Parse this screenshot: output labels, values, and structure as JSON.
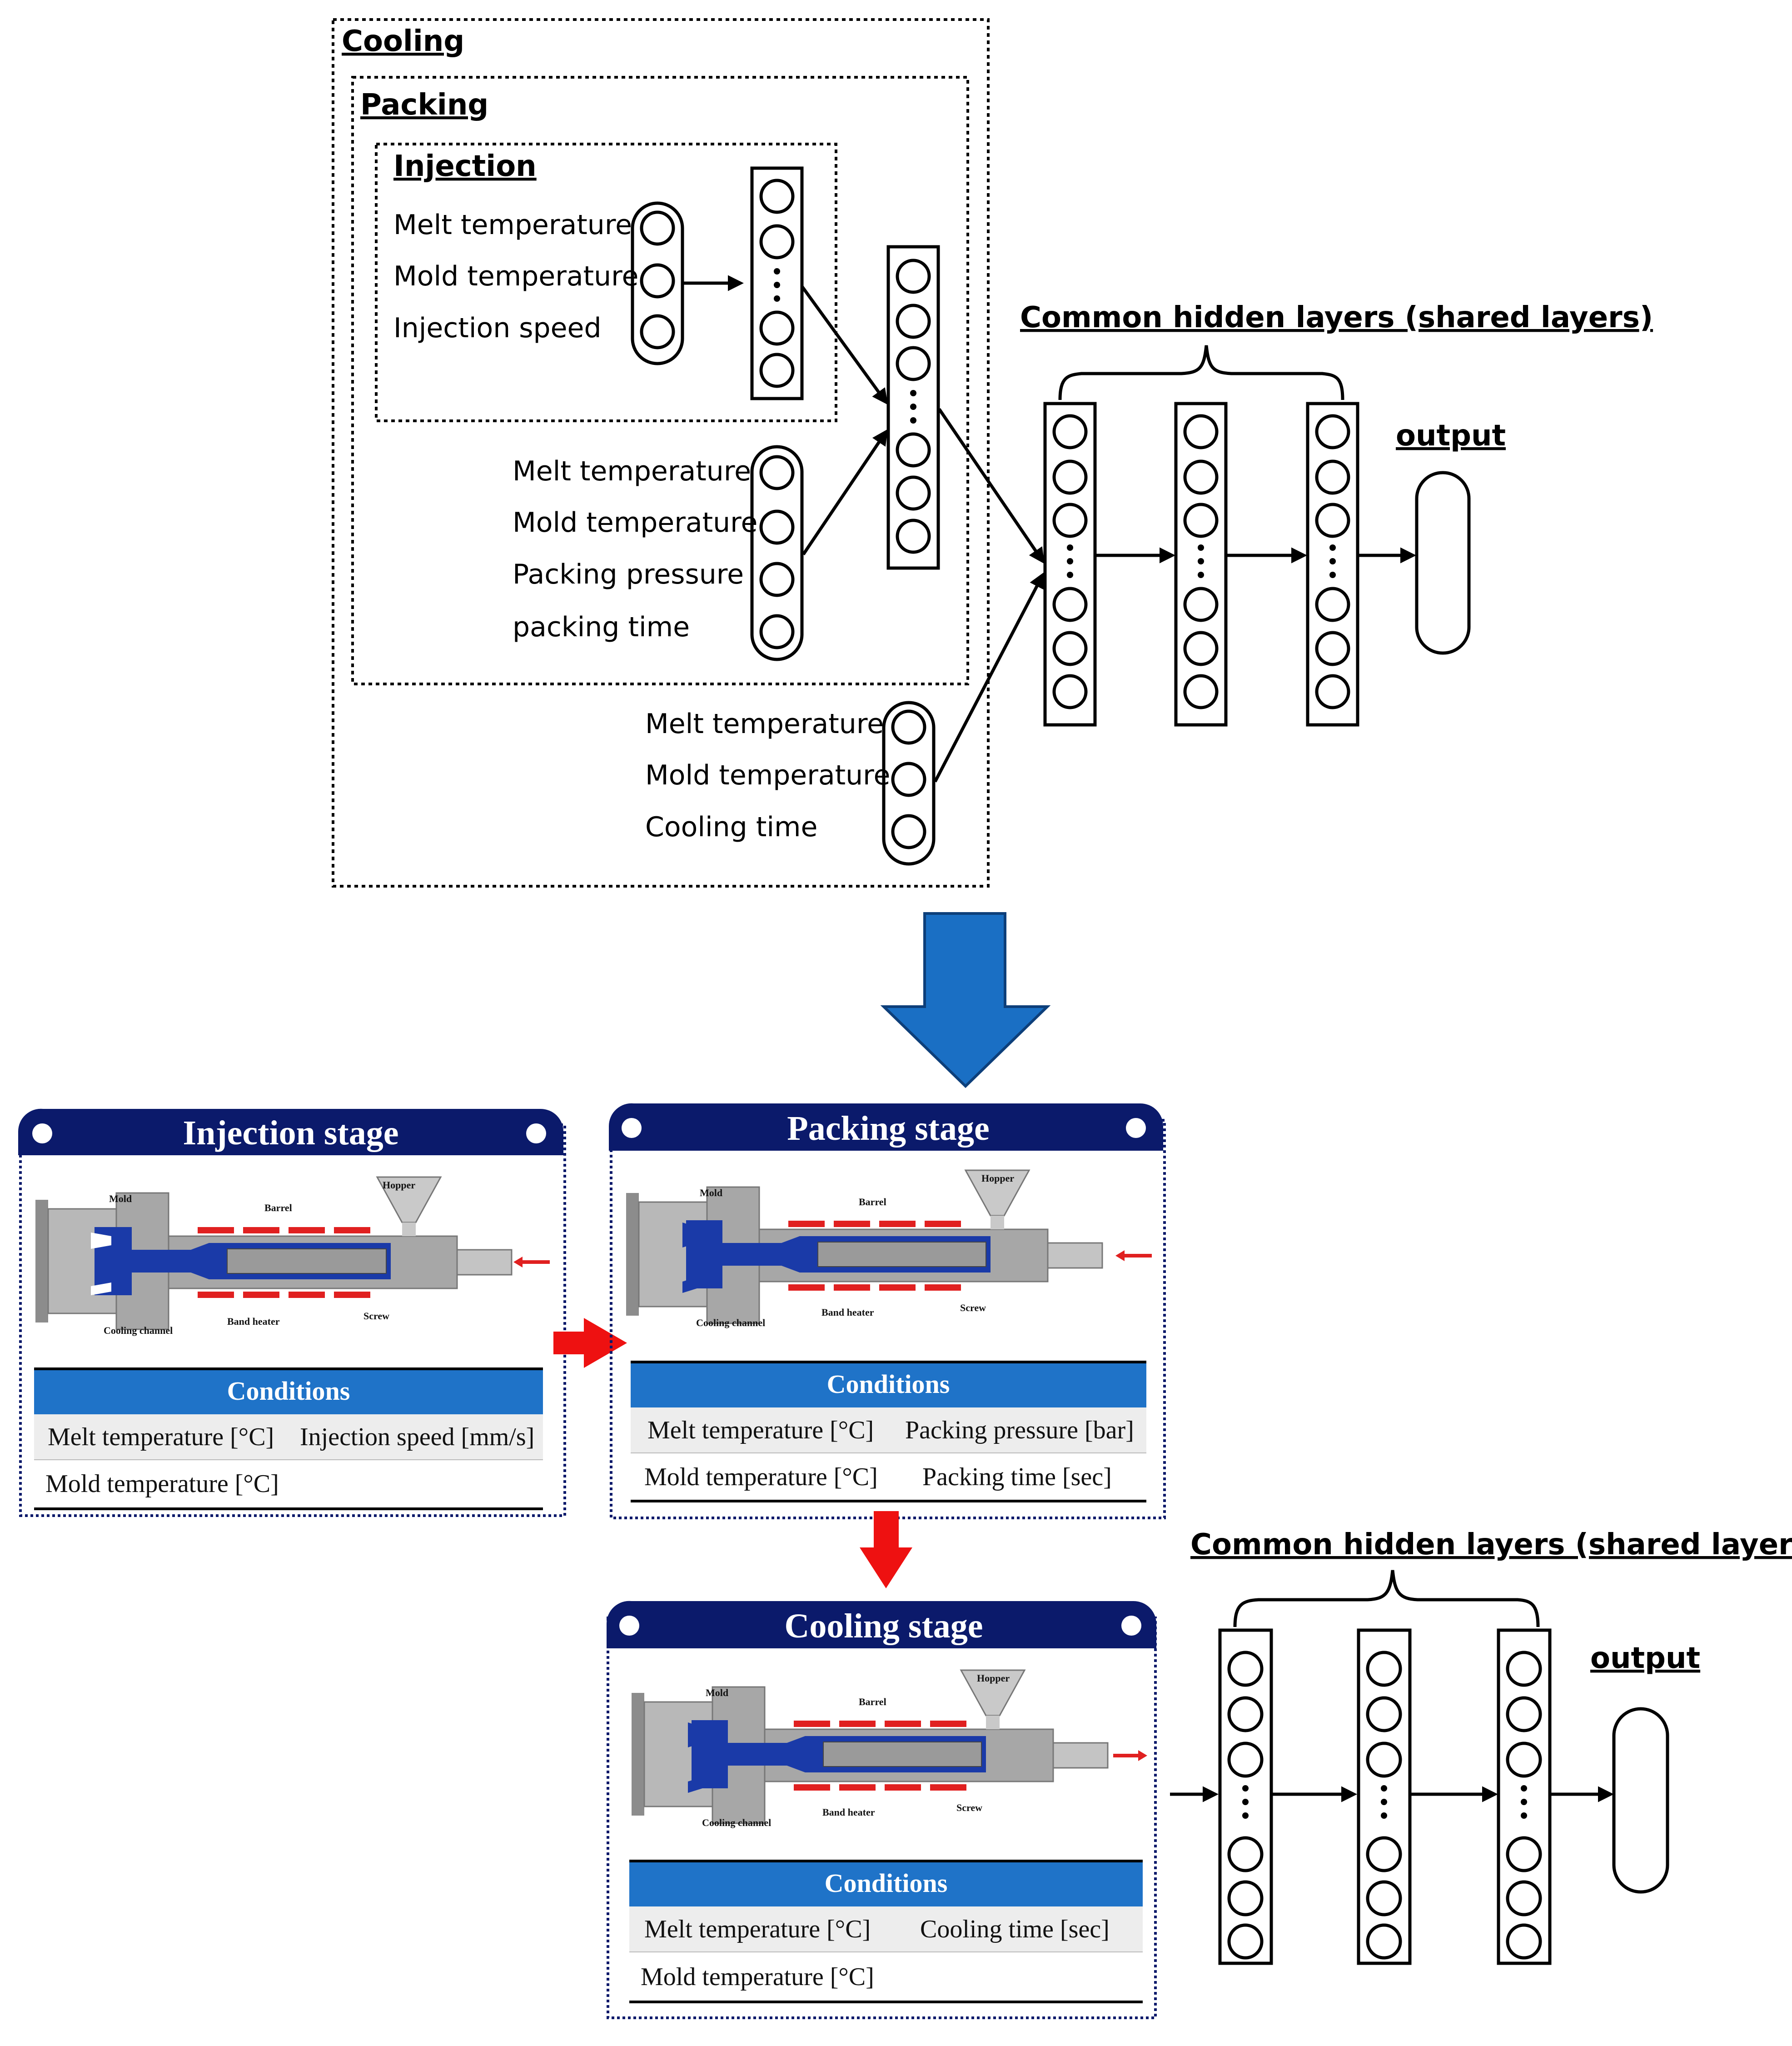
{
  "top_network": {
    "cooling_label": "Cooling",
    "packing_label": "Packing",
    "injection_label": "Injection",
    "injection_inputs": [
      "Melt temperature",
      "Mold temperature",
      "Injection speed"
    ],
    "packing_inputs": [
      "Melt temperature",
      "Mold temperature",
      "Packing pressure",
      "packing time"
    ],
    "cooling_inputs": [
      "Melt temperature",
      "Mold temperature",
      "Cooling time"
    ],
    "shared_label": "Common hidden layers (shared layers)",
    "output_label": "output"
  },
  "stages": [
    {
      "title": "Injection stage",
      "machine_labels": {
        "mold": "Mold",
        "barrel": "Barrel",
        "hopper": "Hopper",
        "cooling_channel": "Cooling channel",
        "band_heater": "Band heater",
        "screw": "Screw"
      },
      "conditions_title": "Conditions",
      "conditions": [
        "Melt temperature [°C]",
        "Injection speed [mm/s]",
        "Mold temperature [°C]"
      ]
    },
    {
      "title": "Packing stage",
      "machine_labels": {
        "mold": "Mold",
        "barrel": "Barrel",
        "hopper": "Hopper",
        "cooling_channel": "Cooling channel",
        "band_heater": "Band heater",
        "screw": "Screw"
      },
      "conditions_title": "Conditions",
      "conditions": [
        "Melt temperature [°C]",
        "Packing pressure [bar]",
        "Mold temperature [°C]",
        "Packing time [sec]"
      ]
    },
    {
      "title": "Cooling stage",
      "machine_labels": {
        "mold": "Mold",
        "barrel": "Barrel",
        "hopper": "Hopper",
        "cooling_channel": "Cooling channel",
        "band_heater": "Band heater",
        "screw": "Screw"
      },
      "conditions_title": "Conditions",
      "conditions": [
        "Melt temperature [°C]",
        "Cooling time [sec]",
        "Mold temperature [°C]"
      ]
    }
  ],
  "bottom_network": {
    "shared_label": "Common hidden layers (shared layers)",
    "output_label": "output"
  },
  "colors": {
    "stage_header": "#0b1a6b",
    "conditions_bar": "#1f73c8",
    "big_arrow": "#1a6fc4",
    "red_arrow": "#ee1111",
    "melt_blue": "#1a3aa8",
    "heater_red": "#e02020",
    "machine_gray": "#a7a7a7"
  }
}
